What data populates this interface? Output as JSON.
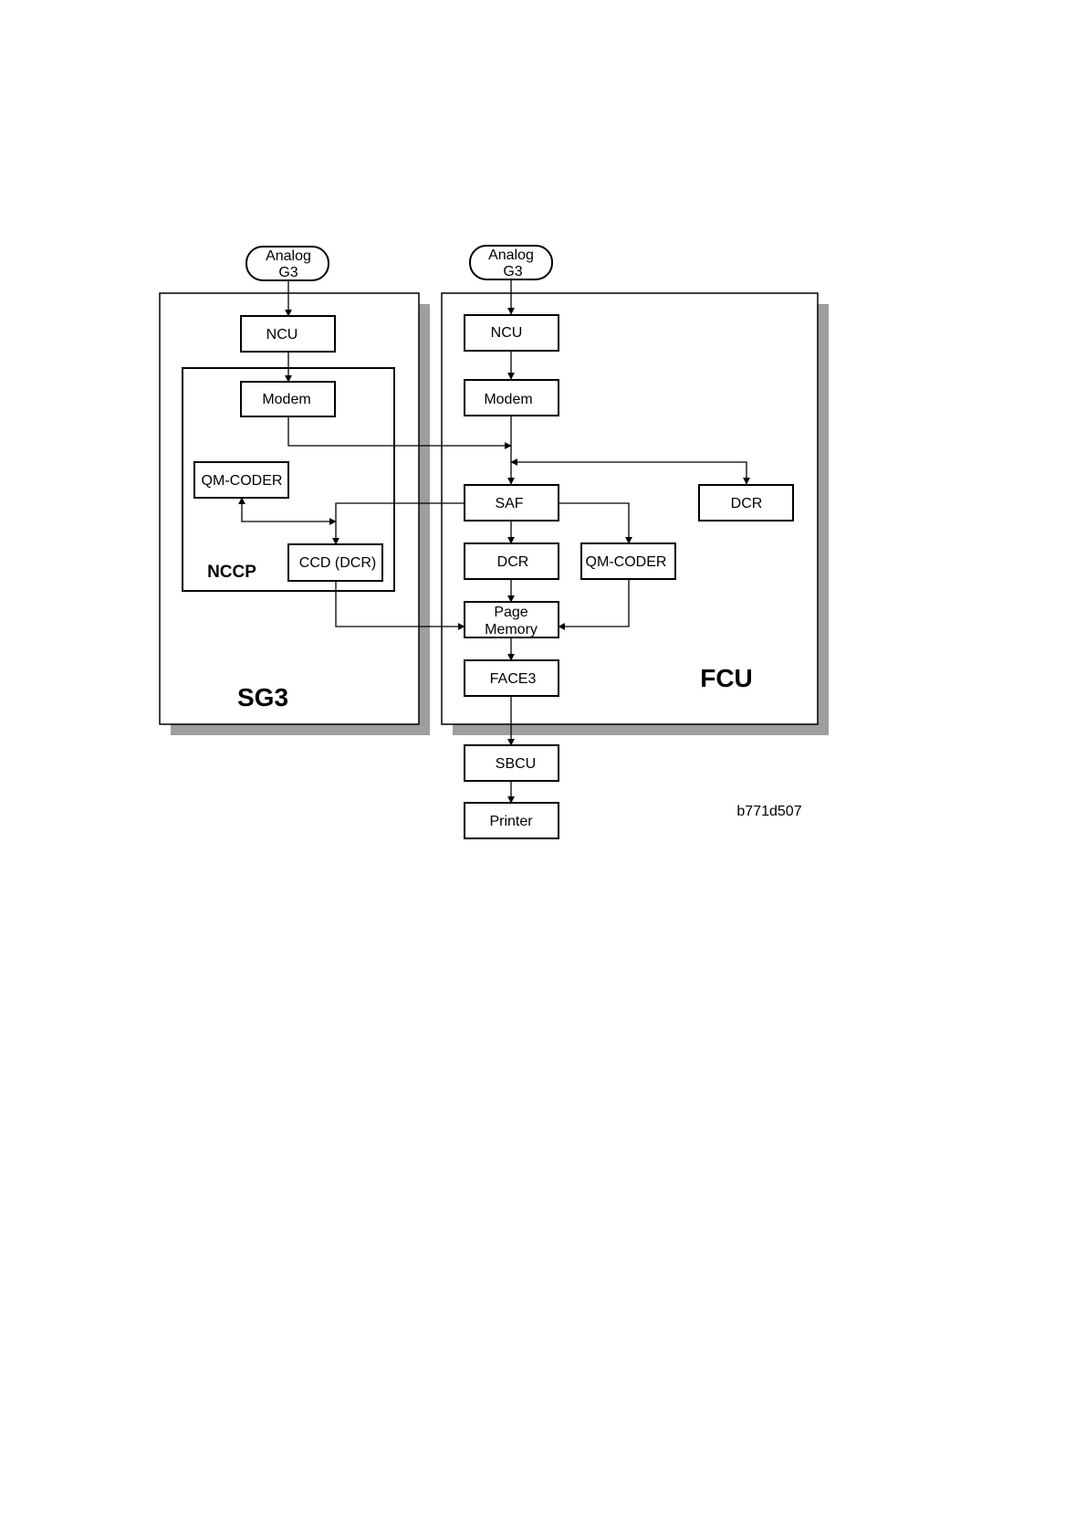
{
  "diagram": {
    "sg3": {
      "title": "SG3",
      "terminal_line1": "Analog",
      "terminal_line2": "G3",
      "ncu": "NCU",
      "nccp": {
        "title": "NCCP",
        "modem": "Modem",
        "qm_coder": "QM-CODER",
        "ccd_dcr": "CCD (DCR)"
      }
    },
    "fcu": {
      "title": "FCU",
      "terminal_line1": "Analog",
      "terminal_line2": "G3",
      "ncu": "NCU",
      "modem": "Modem",
      "saf": "SAF",
      "dcr_right": "DCR",
      "dcr": "DCR",
      "qm_coder": "QM-CODER",
      "page_memory_line1": "Page",
      "page_memory_line2": "Memory",
      "face3": "FACE3"
    },
    "sbcu": "SBCU",
    "printer": "Printer",
    "figure_id": "b771d507"
  }
}
